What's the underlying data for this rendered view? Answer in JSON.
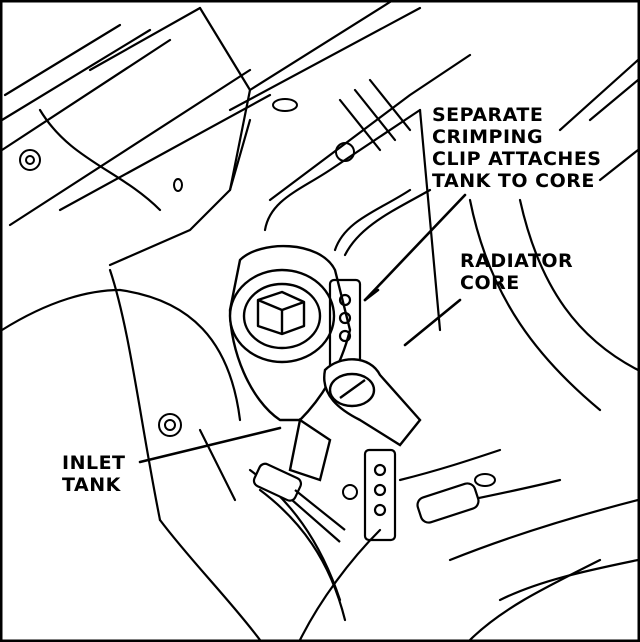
{
  "colors": {
    "ink": "#000000",
    "paper": "#ffffff"
  },
  "callouts": {
    "clip": [
      "SEPARATE",
      "CRIMPING",
      "CLIP ATTACHES",
      "TANK TO CORE"
    ],
    "core": [
      "RADIATOR",
      "CORE"
    ],
    "inlet": [
      "INLET",
      "TANK"
    ]
  }
}
